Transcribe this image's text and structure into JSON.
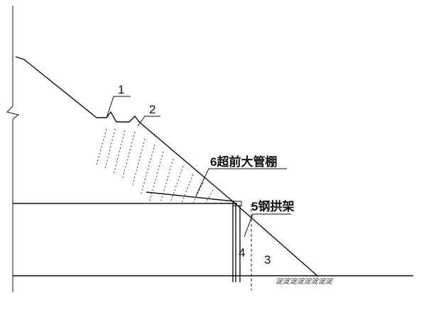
{
  "labels": {
    "item1": "1",
    "item2": "2",
    "item3": "3",
    "item4": "4",
    "item5": "5钢拱架",
    "item6": "6超前大管棚"
  },
  "ground_texture": "淀淀淀淀淀淀淀淀"
}
